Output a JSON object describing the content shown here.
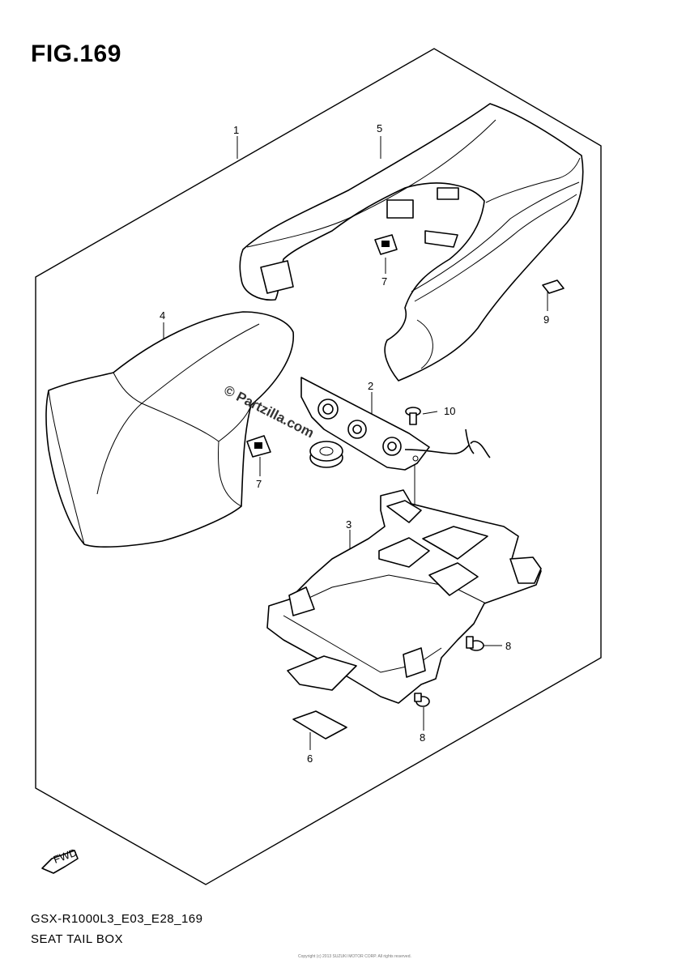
{
  "header": {
    "figure_label": "FIG.169"
  },
  "watermark": {
    "text": "© Partzilla.com"
  },
  "callouts": [
    "1",
    "2",
    "3",
    "4",
    "5",
    "6",
    "7",
    "7",
    "8",
    "8",
    "9",
    "10"
  ],
  "direction_arrow": {
    "label": "FWD"
  },
  "footer": {
    "code": "GSX-R1000L3_E03_E28_169",
    "title": "SEAT TAIL BOX",
    "fine_print": "Copyright (c) 2013 SUZUKI MOTOR CORP. All rights reserved."
  }
}
